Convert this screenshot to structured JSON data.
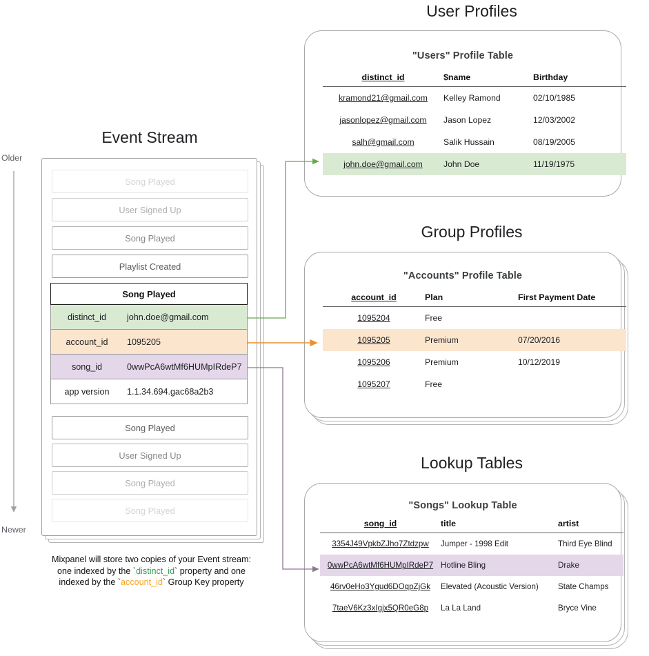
{
  "sections": {
    "event_stream_title": "Event Stream",
    "user_profiles_title": "User Profiles",
    "group_profiles_title": "Group Profiles",
    "lookup_tables_title": "Lookup Tables"
  },
  "axis": {
    "older": "Older",
    "newer": "Newer"
  },
  "event_stream": {
    "events_above": [
      {
        "label": "Song Played",
        "fade": "f1"
      },
      {
        "label": "User Signed Up",
        "fade": "f2"
      },
      {
        "label": "Song Played",
        "fade": "f3"
      },
      {
        "label": "Playlist Created",
        "fade": "f4"
      }
    ],
    "events_below": [
      {
        "label": "Song Played",
        "fade": "f4"
      },
      {
        "label": "User Signed Up",
        "fade": "f3"
      },
      {
        "label": "Song Played",
        "fade": "f2"
      },
      {
        "label": "Song Played",
        "fade": "f1"
      }
    ],
    "focus_event": {
      "name": "Song Played",
      "properties": [
        {
          "key": "distinct_id",
          "value": "john.doe@gmail.com",
          "highlight": "green"
        },
        {
          "key": "account_id",
          "value": "1095205",
          "highlight": "orange"
        },
        {
          "key": "song_id",
          "value": "0wwPcA6wtMf6HUMpIRdeP7",
          "highlight": "purple"
        },
        {
          "key": "app version",
          "value": "1.1.34.694.gac68a2b3",
          "highlight": "none"
        }
      ]
    }
  },
  "users_table": {
    "title": "\"Users\" Profile Table",
    "columns": [
      "distinct_id",
      "$name",
      "Birthday"
    ],
    "rows": [
      {
        "cells": [
          "kramond21@gmail.com",
          "Kelley Ramond",
          "02/10/1985"
        ],
        "highlight": "none"
      },
      {
        "cells": [
          "jasonlopez@gmail.com",
          "Jason Lopez",
          "12/03/2002"
        ],
        "highlight": "none"
      },
      {
        "cells": [
          "salh@gmail.com",
          "Salik Hussain",
          "08/19/2005"
        ],
        "highlight": "none"
      },
      {
        "cells": [
          "john.doe@gmail.com",
          "John Doe",
          "11/19/1975"
        ],
        "highlight": "green"
      }
    ]
  },
  "accounts_table": {
    "title": "\"Accounts\" Profile Table",
    "columns": [
      "account_id",
      "Plan",
      "First Payment Date"
    ],
    "rows": [
      {
        "cells": [
          "1095204",
          "Free",
          ""
        ],
        "highlight": "none"
      },
      {
        "cells": [
          "1095205",
          "Premium",
          "07/20/2016"
        ],
        "highlight": "orange"
      },
      {
        "cells": [
          "1095206",
          "Premium",
          "10/12/2019"
        ],
        "highlight": "none"
      },
      {
        "cells": [
          "1095207",
          "Free",
          ""
        ],
        "highlight": "none"
      }
    ]
  },
  "songs_table": {
    "title": "\"Songs\" Lookup Table",
    "columns": [
      "song_id",
      "title",
      "artist"
    ],
    "rows": [
      {
        "cells": [
          "3354J49VpkbZJho7Ztdzpw",
          "Jumper - 1998 Edit",
          "Third Eye Blind"
        ],
        "highlight": "none"
      },
      {
        "cells": [
          "0wwPcA6wtMf6HUMpIRdeP7",
          "Hotline Bling",
          "Drake"
        ],
        "highlight": "purple"
      },
      {
        "cells": [
          "46rv0eHo3Ygud6DOqpZjGk",
          "Elevated (Acoustic Version)",
          "State Champs"
        ],
        "highlight": "none"
      },
      {
        "cells": [
          "7taeV6Kz3xIgjx5QR0eG8p",
          "La La Land",
          "Bryce Vine"
        ],
        "highlight": "none"
      }
    ]
  },
  "caption": {
    "line1": "Mixpanel will store two copies of your Event stream:",
    "line2_pre": "one indexed by the `",
    "line2_key": "distinct_id",
    "line2_post": "` property and one",
    "line3_pre": "indexed by the `",
    "line3_key": "account_id",
    "line3_post": "` Group Key property"
  },
  "colors": {
    "green_highlight": "#d9ead3",
    "orange_highlight": "#fce5cd",
    "purple_highlight": "#e4d7ea",
    "green_arrow": "#6aa84f",
    "orange_arrow": "#e8912d",
    "purple_arrow": "#8e7693",
    "card_border": "#a8a8a8"
  }
}
